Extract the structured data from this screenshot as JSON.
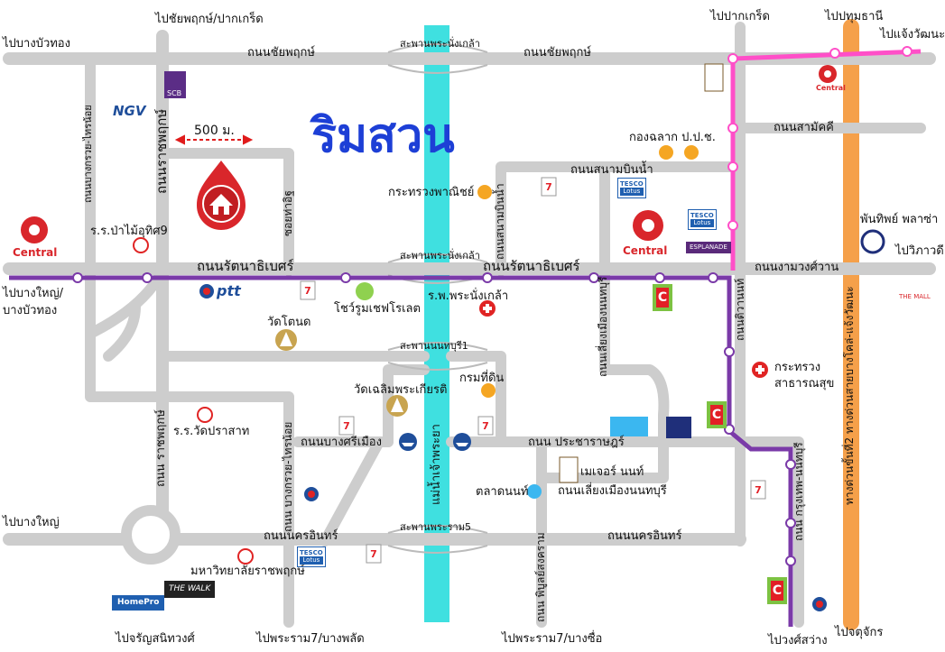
{
  "title": "ริมสวน",
  "scale_label": "500 ม.",
  "roads": {
    "chaiyaphruek_top": "ถนนชัยพฤกษ์",
    "chaiyaphruek_top2": "ถนนชัยพฤกษ์",
    "bridge_phranangklao_top": "สะพานพระนั่งเกล้า",
    "bridge_phranangklao": "สะพานพระนั่งเกล้า",
    "bridge_nonthaburi1": "สะพานนนทบุรี1",
    "bridge_rama5": "สะพานพระราม5",
    "rattanathibet_left": "ถนนรัตนาธิเบศร์",
    "rattanathibet_right": "ถนนรัตนาธิเบศร์",
    "ratchaphruek": "ถนนราชพฤกษ์",
    "ratchaphruek_lower": "ถนน ราชพฤกษ์",
    "bangkruai_sainoi_top": "ถนนบางกรวย-ไทรน้อย",
    "bangkruai_sainoi_lower": "ถนน บางกรวย-ไทรน้อย",
    "soi_tha_it": "ซอยท่าอิฐ",
    "sanambinnam": "ถนนสนามบินน้ำ",
    "sanambinnam_v": "ถนนสนามบินน้ำ",
    "samakkhi": "ถนนสามัคคี",
    "ngamwongwan": "ถนนงามวงศ์วาน",
    "tiwanon": "ถนนติวานนท์",
    "liang_mueang_nonthaburi_v": "ถนนเลี่ยงเมืองนนทบุรี",
    "liang_mueang_nonthaburi_h": "ถนนเลี่ยงเมืองนนทบุรี",
    "bangsrimueang": "ถนนบางศรีเมือง",
    "pracharat": "ถนน ประชาราษฎร์",
    "nakhon_in_left": "ถนนนครอินทร์",
    "nakhon_in_right": "ถนนนครอินทร์",
    "phibunsongkhram": "ถนน พิบูลย์สงคราม",
    "krung_thep_nonthaburi": "ถนน กรุงเทพ-นนทบุรี",
    "expressway": "ทางด่วนขั้นที่2 ทางด่วนสายบางโคล่-แจ้งวัฒนะ",
    "river": "แม่น้ำเจ้าพระยา"
  },
  "directions": {
    "chaiyaphruek_pakkret": "ไปชัยพฤกษ์/ปากเกร็ด",
    "pakkret": "ไปปากเกร็ด",
    "pathumthani": "ไปปทุมธานี",
    "bangbuathong_top": "ไปบางบัวทอง",
    "changwattana": "ไปแจ้งวัฒนะ",
    "vibhavadi": "ไปวิภาวดี",
    "bangyai_bangbuathong": "ไปบางใหญ่/\nบางบัวทอง",
    "bangyai": "ไปบางใหญ่",
    "charansanitwong": "ไปจรัญสนิทวงศ์",
    "rama7_bangphlat": "ไปพระราม7/บางพลัด",
    "rama7_bangsue": "ไปพระราม7/บางซื่อ",
    "wongsawang": "ไปวงศ์สว่าง",
    "chatuchak": "ไปจตุจักร"
  },
  "places": {
    "school_pamai": "ร.ร.ป่าไม้อุทิศ9",
    "school_watprasat": "ร.ร.วัดปราสาท",
    "wat_ton": "วัดโตนด",
    "wat_chaloem": "วัดเฉลิมพระเกียรติ",
    "show_room": "โชว์รูมเชฟโรเลต",
    "hospital_phranangklao": "ร.พ.พระนั่งเกล้า",
    "ministry_commerce": "กระทรวงพาณิชย์",
    "gong_salak": "กองฉลาก ป.ป.ช.",
    "land_dept": "กรมที่ดิน",
    "ministry_health": "กระทรวง\nสาธารณสุข",
    "major_nont": "เมเจอร์ นนท์",
    "talad_nont": "ตลาดนนท์",
    "university": "มหาวิทยาลัยราชพฤกษ์",
    "phanthip": "พันทิพย์ พลาซ่า"
  },
  "brands": {
    "central": "Central",
    "tesco": "TESCO",
    "lotus": "Lotus",
    "ptt": "ptt",
    "ngv": "NGV",
    "scb": "SCB",
    "homepro": "HomePro",
    "the_walk": "THE WALK",
    "the_mall": "THE MALL",
    "esplanade": "ESPLANADE",
    "seven": "7",
    "big_c": "C"
  },
  "colors": {
    "river": "#3fe0e0",
    "road": "#cdcdcd",
    "purple_line": "#7a3aa8",
    "pink_line": "#ff4fc8",
    "expressway": "#f5a04a",
    "title": "#1d3fd6",
    "marker": "#d9262b"
  }
}
